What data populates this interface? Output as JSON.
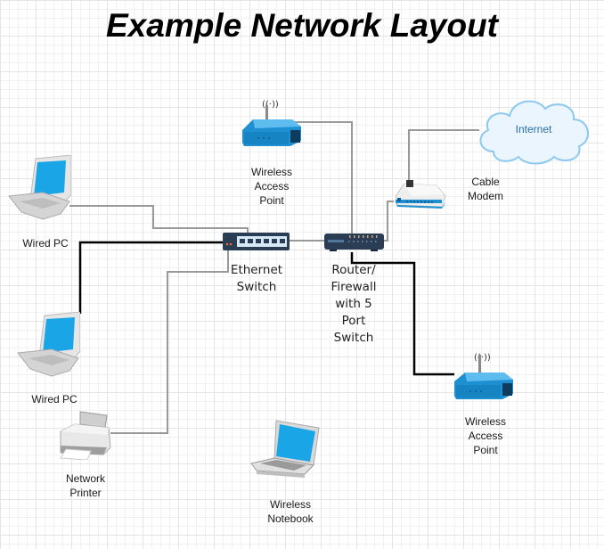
{
  "title": "Example Network Layout",
  "colors": {
    "device_blue": "#1e8fd0",
    "cloud_stroke": "#8cc8ef",
    "cloud_fill": "#eaf5fd",
    "wired_link": "#999999",
    "uplink": "#000000",
    "switch_body": "#2b3d55"
  },
  "nodes": {
    "wap_top": {
      "label": "Wireless\nAccess\nPoint",
      "icon": "wireless-access-point-icon"
    },
    "internet": {
      "label": "Internet",
      "icon": "cloud-icon"
    },
    "cable_modem": {
      "label": "Cable\nModem",
      "icon": "cable-modem-icon"
    },
    "wired_pc_1": {
      "label": "Wired PC",
      "icon": "desktop-pc-icon"
    },
    "ethernet_switch": {
      "label": "Ethernet\nSwitch",
      "icon": "ethernet-switch-icon"
    },
    "router": {
      "label": "Router/\nFirewall\nwith 5\nPort\nSwitch",
      "icon": "router-icon"
    },
    "wired_pc_2": {
      "label": "Wired PC",
      "icon": "desktop-pc-icon"
    },
    "network_printer": {
      "label": "Network\nPrinter",
      "icon": "printer-icon"
    },
    "wireless_notebook": {
      "label": "Wireless\nNotebook",
      "icon": "laptop-icon"
    },
    "wap_bottom": {
      "label": "Wireless\nAccess\nPoint",
      "icon": "wireless-access-point-icon"
    }
  },
  "links": [
    {
      "from": "wired_pc_1",
      "to": "ethernet_switch",
      "style": "gray"
    },
    {
      "from": "wired_pc_2",
      "to": "ethernet_switch",
      "style": "black"
    },
    {
      "from": "network_printer",
      "to": "ethernet_switch",
      "style": "gray"
    },
    {
      "from": "ethernet_switch",
      "to": "router",
      "style": "gray"
    },
    {
      "from": "wap_top",
      "to": "router",
      "style": "gray"
    },
    {
      "from": "router",
      "to": "cable_modem",
      "style": "gray"
    },
    {
      "from": "cable_modem",
      "to": "internet",
      "style": "gray"
    },
    {
      "from": "router",
      "to": "wap_bottom",
      "style": "black"
    }
  ]
}
